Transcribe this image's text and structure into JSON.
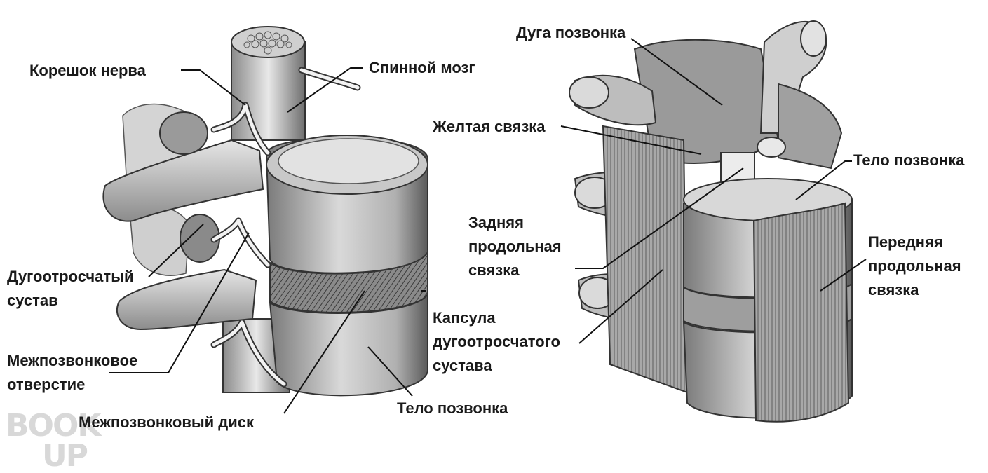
{
  "figure_left": {
    "spinal_cord": "Спинной мозг",
    "nerve_root": "Корешок нерва",
    "facet_joint": [
      "Дугоотросчатый",
      "сустав"
    ],
    "foramen": [
      "Межпозвонковое",
      "отверстие"
    ],
    "disc": "Межпозвонковый диск",
    "capsule": [
      "Капсула",
      "дугоотросчатого",
      "сустава"
    ],
    "body": "Тело позвонка"
  },
  "figure_right": {
    "arch": "Дуга позвонка",
    "flavum": "Желтая связка",
    "body": "Тело позвонка",
    "posterior_ligament": [
      "Задняя",
      "продольная",
      "связка"
    ],
    "anterior_ligament": [
      "Передняя",
      "продольная",
      "связка"
    ]
  },
  "watermark": {
    "line1": "BOOK",
    "line2": "UP"
  }
}
